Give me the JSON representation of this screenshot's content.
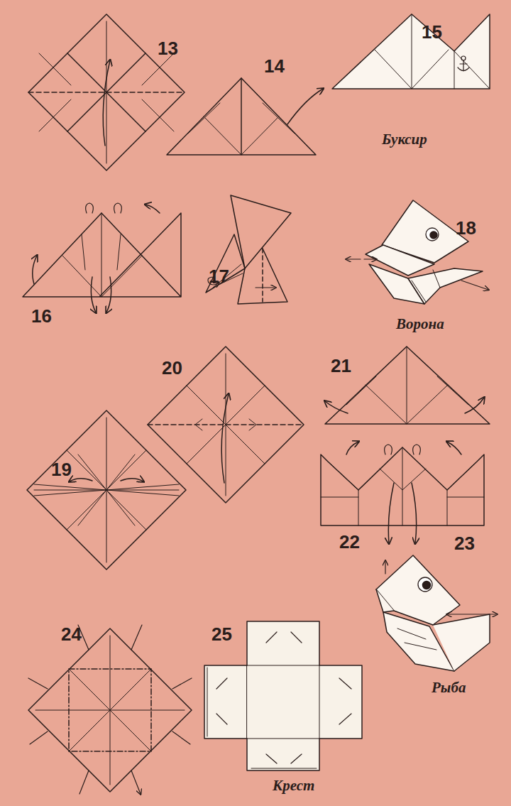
{
  "diagram": {
    "labels": [
      "13",
      "14",
      "15",
      "Буксир",
      "16",
      "17",
      "18",
      "Ворона",
      "19",
      "20",
      "21",
      "22",
      "23",
      "Рыба",
      "24",
      "25",
      "Крест"
    ]
  }
}
